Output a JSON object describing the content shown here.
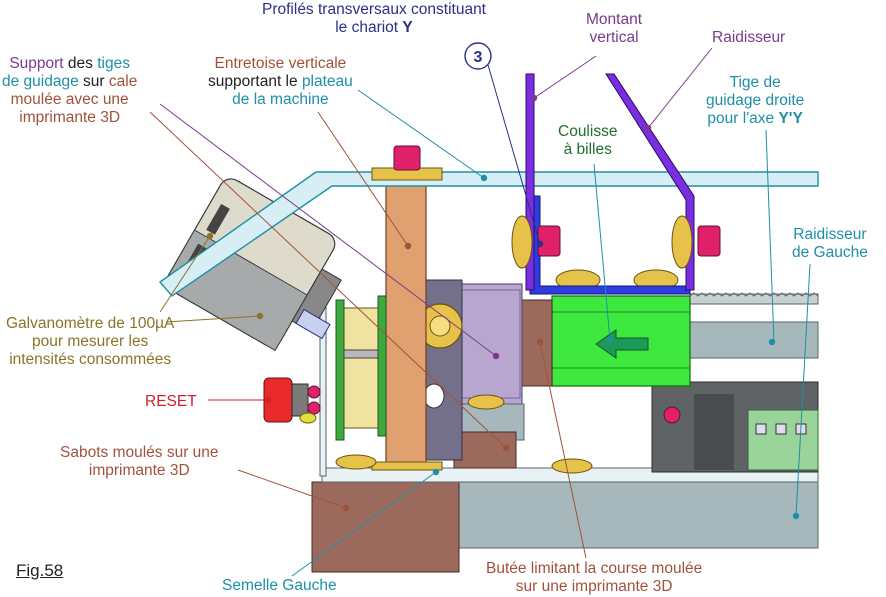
{
  "figure_label": "Fig.58",
  "callout_number": "3",
  "labels": {
    "profiles": {
      "line1": "Profilés transversaux constituant",
      "line2_pre": "le chariot ",
      "line2_y": "Y"
    },
    "montant": {
      "line1": "Montant",
      "line2": "vertical"
    },
    "raidisseur": "Raidisseur",
    "tige": {
      "line1": "Tige de",
      "line2": "guidage droite",
      "line3_pre": "pour l'axe ",
      "line3_axis": "Y'Y"
    },
    "support": {
      "w1": "Support",
      "w2": " des ",
      "w3": "tiges",
      "w4": "de guidage",
      "w5": " sur ",
      "w6": "cale",
      "w7": "moulée avec une",
      "w8": "imprimante 3D"
    },
    "entretoise": {
      "line1": "Entretoise verticale",
      "line2_pre": "supportant le ",
      "line2_post": "plateau",
      "line3": "de la machine"
    },
    "coulisse": {
      "line1": "Coulisse",
      "line2": "à billes"
    },
    "raidisseur_gauche": {
      "line1": "Raidisseur",
      "line2": "de Gauche"
    },
    "galvanometre": {
      "line1": "Galvanomètre de 100µA",
      "line2": "pour mesurer les",
      "line3": "intensités consommées"
    },
    "reset": "RESET",
    "sabots": {
      "w1": "Sabots",
      "w2": " moulés sur une",
      "w3": "imprimante 3D"
    },
    "semelle": "Semelle Gauche",
    "butee": {
      "w1": "Butée limitant la course",
      "w2": " moulée",
      "w3": "sur une imprimante 3D"
    }
  },
  "colors": {
    "purple": "#7a3a8c",
    "teal": "#1e8fa8",
    "brown": "#a2523a",
    "olive": "#8a7428",
    "navy": "#2b2f8a",
    "red": "#d41f2a",
    "green": "#1f6f2a",
    "wood": "#e0a070",
    "rail_grey": "#a7b8bd",
    "slider_green": "#3ee83e"
  }
}
